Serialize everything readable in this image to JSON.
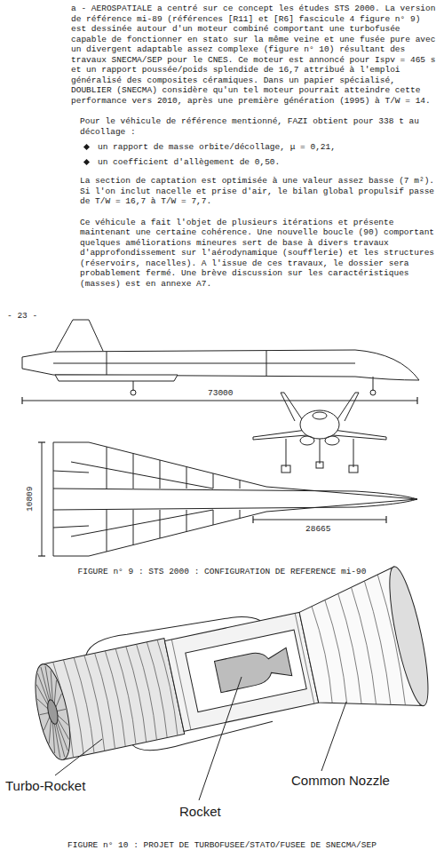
{
  "diagram": {
    "labels": [
      "a - AEROSPATIALE a centré sur ce concept les études STS 2000. La version de référence mi-89 (références [R11] et [R6] fascicule 4 figure n° 9) est dessinée autour d'un moteur combiné comportant une turbofusée capable de fonctionner en stato sur la même veine et une fusée pure avec un divergent adaptable assez complexe (figure n° 10) résultant des travaux SNECMA/SEP pour le CNES. Ce moteur est annoncé pour Ispv = 465 s et un rapport poussée/poids splendide de 16,7 attribué à l'emploi généralisé des composites céramiques. Dans un papier spécialisé, DOUBLIER (SNECMA) considère qu'un tel moteur pourrait atteindre cette performance vers 2010, après une première génération (1995) à T/W = 14.",
      "Pour le véhicule de référence mentionné, FAZI obtient pour 338 t au décollage :",
      "un rapport de masse orbite/décollage, μ = 0,21,",
      "un coefficient d'allègement de 0,50.",
      "La section de captation est optimisée à une valeur assez basse (7 m²). Si l'on inclut nacelle et prise d'air, le bilan global propulsif passe de T/W = 16,7 à T/W = 7,7.",
      "Ce véhicule a fait l'objet de plusieurs itérations et présente maintenant une certaine cohérence. Une nouvelle boucle (90) comportant quelques améliorations mineures sert de base à divers travaux d'approfondissement sur l'aérodynamique (soufflerie) et les structures (réservoirs, nacelles). A l'issue de ces travaux, le dossier sera probablement fermé. Une brève discussion sur les caractéristiques (masses) est en annexe A7.",
      "- 23 -",
      "73000",
      "10809",
      "28665",
      "FIGURE n° 9 : STS 2000 : CONFIGURATION DE REFERENCE mi-90",
      "Turbo-Rocket",
      "Rocket",
      "Common Nozzle",
      "FIGURE n° 10 : PROJET DE TURBOFUSEE/STATO/FUSEE DE SNECMA/SEP"
    ]
  }
}
